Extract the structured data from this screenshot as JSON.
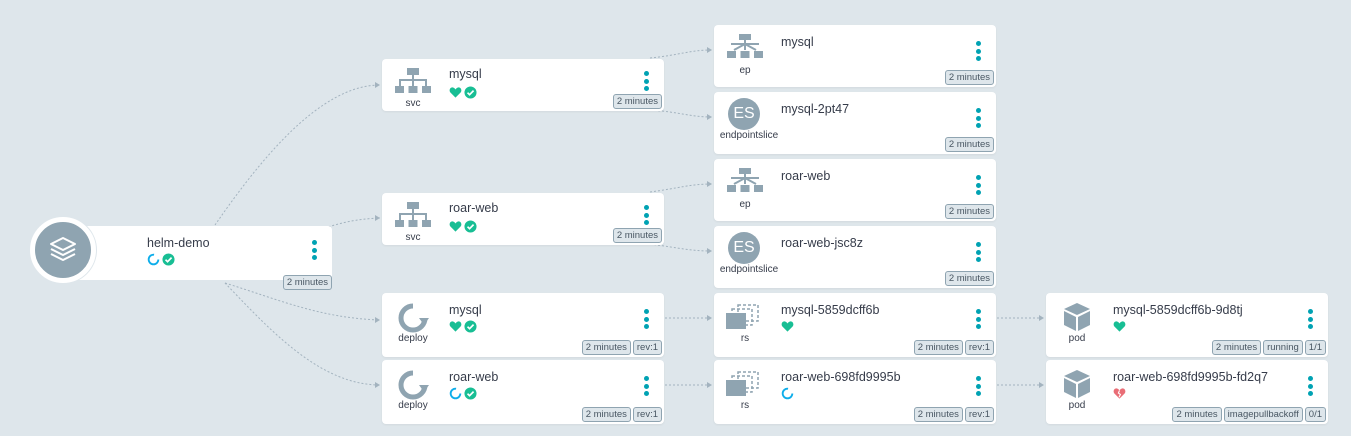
{
  "app": {
    "name": "helm-demo",
    "age": "2 minutes",
    "icon": "layers-icon"
  },
  "nodes": {
    "svc_mysql": {
      "name": "mysql",
      "kind": "svc",
      "age": "2 minutes"
    },
    "svc_roar": {
      "name": "roar-web",
      "kind": "svc",
      "age": "2 minutes"
    },
    "deploy_mysql": {
      "name": "mysql",
      "kind": "deploy",
      "age": "2 minutes",
      "rev": "rev:1"
    },
    "deploy_roar": {
      "name": "roar-web",
      "kind": "deploy",
      "age": "2 minutes",
      "rev": "rev:1"
    },
    "ep_mysql": {
      "name": "mysql",
      "kind": "ep",
      "age": "2 minutes"
    },
    "es_mysql": {
      "name": "mysql-2pt47",
      "kind": "endpointslice",
      "abbr": "ES",
      "age": "2 minutes"
    },
    "ep_roar": {
      "name": "roar-web",
      "kind": "ep",
      "age": "2 minutes"
    },
    "es_roar": {
      "name": "roar-web-jsc8z",
      "kind": "endpointslice",
      "abbr": "ES",
      "age": "2 minutes"
    },
    "rs_mysql": {
      "name": "mysql-5859dcff6b",
      "kind": "rs",
      "age": "2 minutes",
      "rev": "rev:1"
    },
    "rs_roar": {
      "name": "roar-web-698fd9995b",
      "kind": "rs",
      "age": "2 minutes",
      "rev": "rev:1"
    },
    "pod_mysql": {
      "name": "mysql-5859dcff6b-9d8tj",
      "kind": "pod",
      "age": "2 minutes",
      "state": "running",
      "ready": "1/1"
    },
    "pod_roar": {
      "name": "roar-web-698fd9995b-fd2q7",
      "kind": "pod",
      "age": "2 minutes",
      "state": "imagepullbackoff",
      "ready": "0/1"
    }
  },
  "colors": {
    "healthy": "#18be94",
    "synced": "#18be94",
    "progressing": "#0dadea",
    "degraded": "#e96d76",
    "menu": "#00a2b3",
    "icon": "#8fa4b1",
    "edge": "#a3b3bf"
  }
}
